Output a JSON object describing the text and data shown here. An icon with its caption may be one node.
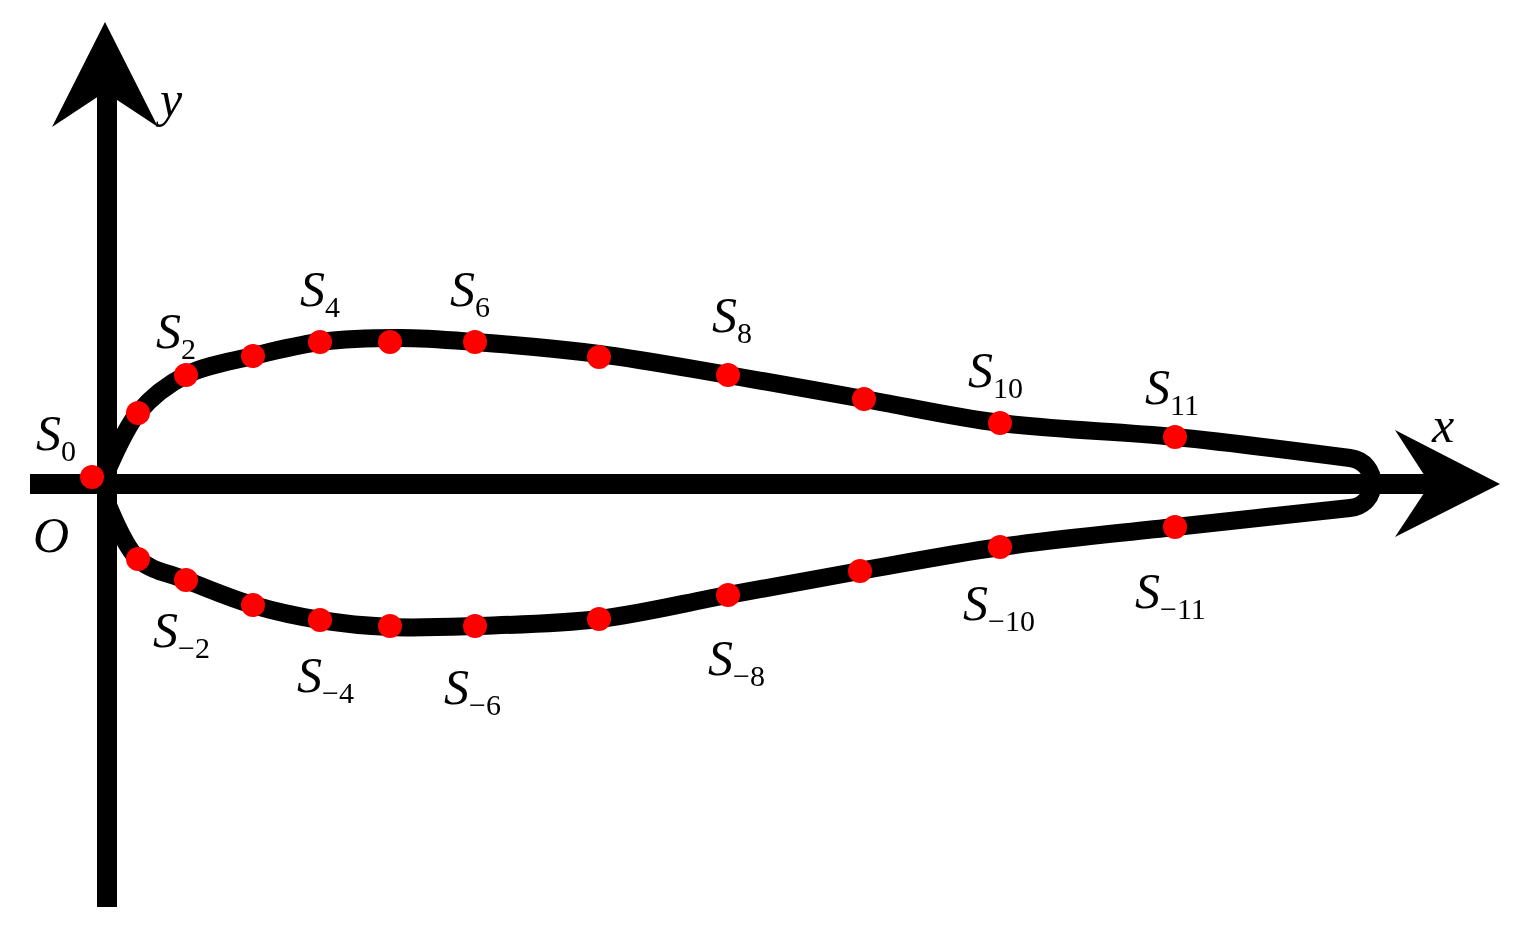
{
  "diagram": {
    "labels": [
      "*y*",
      "*S*$_{0}$",
      "*S*$_{2}$",
      "*S*$_{4}$",
      "*S*$_{6}$",
      "*S*$_{8}$",
      "*S*$_{10}$",
      "*S*$_{11}$",
      "*x*",
      "*O*",
      "*S*$_{−2}$",
      "*S*$_{−4}$",
      "*S*$_{−6}$",
      "*S*$_{−8}$",
      "*S*$_{−10}$",
      "*S*$_{−11}$"
    ]
  }
}
